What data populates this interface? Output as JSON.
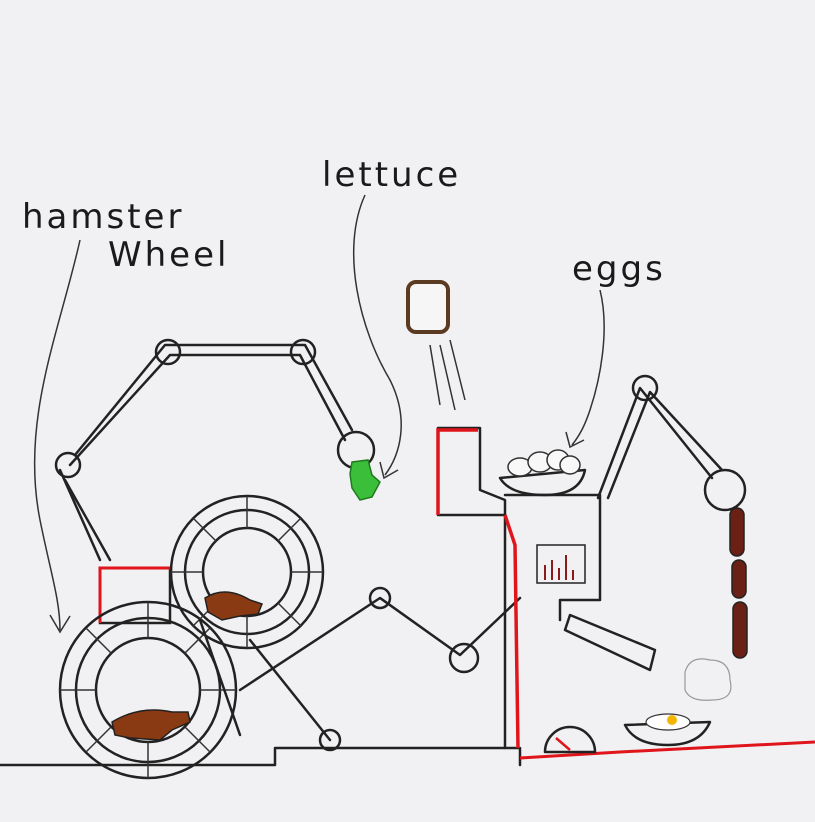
{
  "labels": {
    "hamster_line1": "hamster",
    "hamster_line2": "Wheel",
    "lettuce": "lettuce",
    "eggs": "eggs"
  },
  "colors": {
    "paper": "#f1f1f3",
    "ink": "#222222",
    "red": "#e0141b",
    "lettuce": "#3bbf3b",
    "hamster": "#8a3a12",
    "sausage": "#6b2015",
    "yolk": "#f2b600"
  }
}
